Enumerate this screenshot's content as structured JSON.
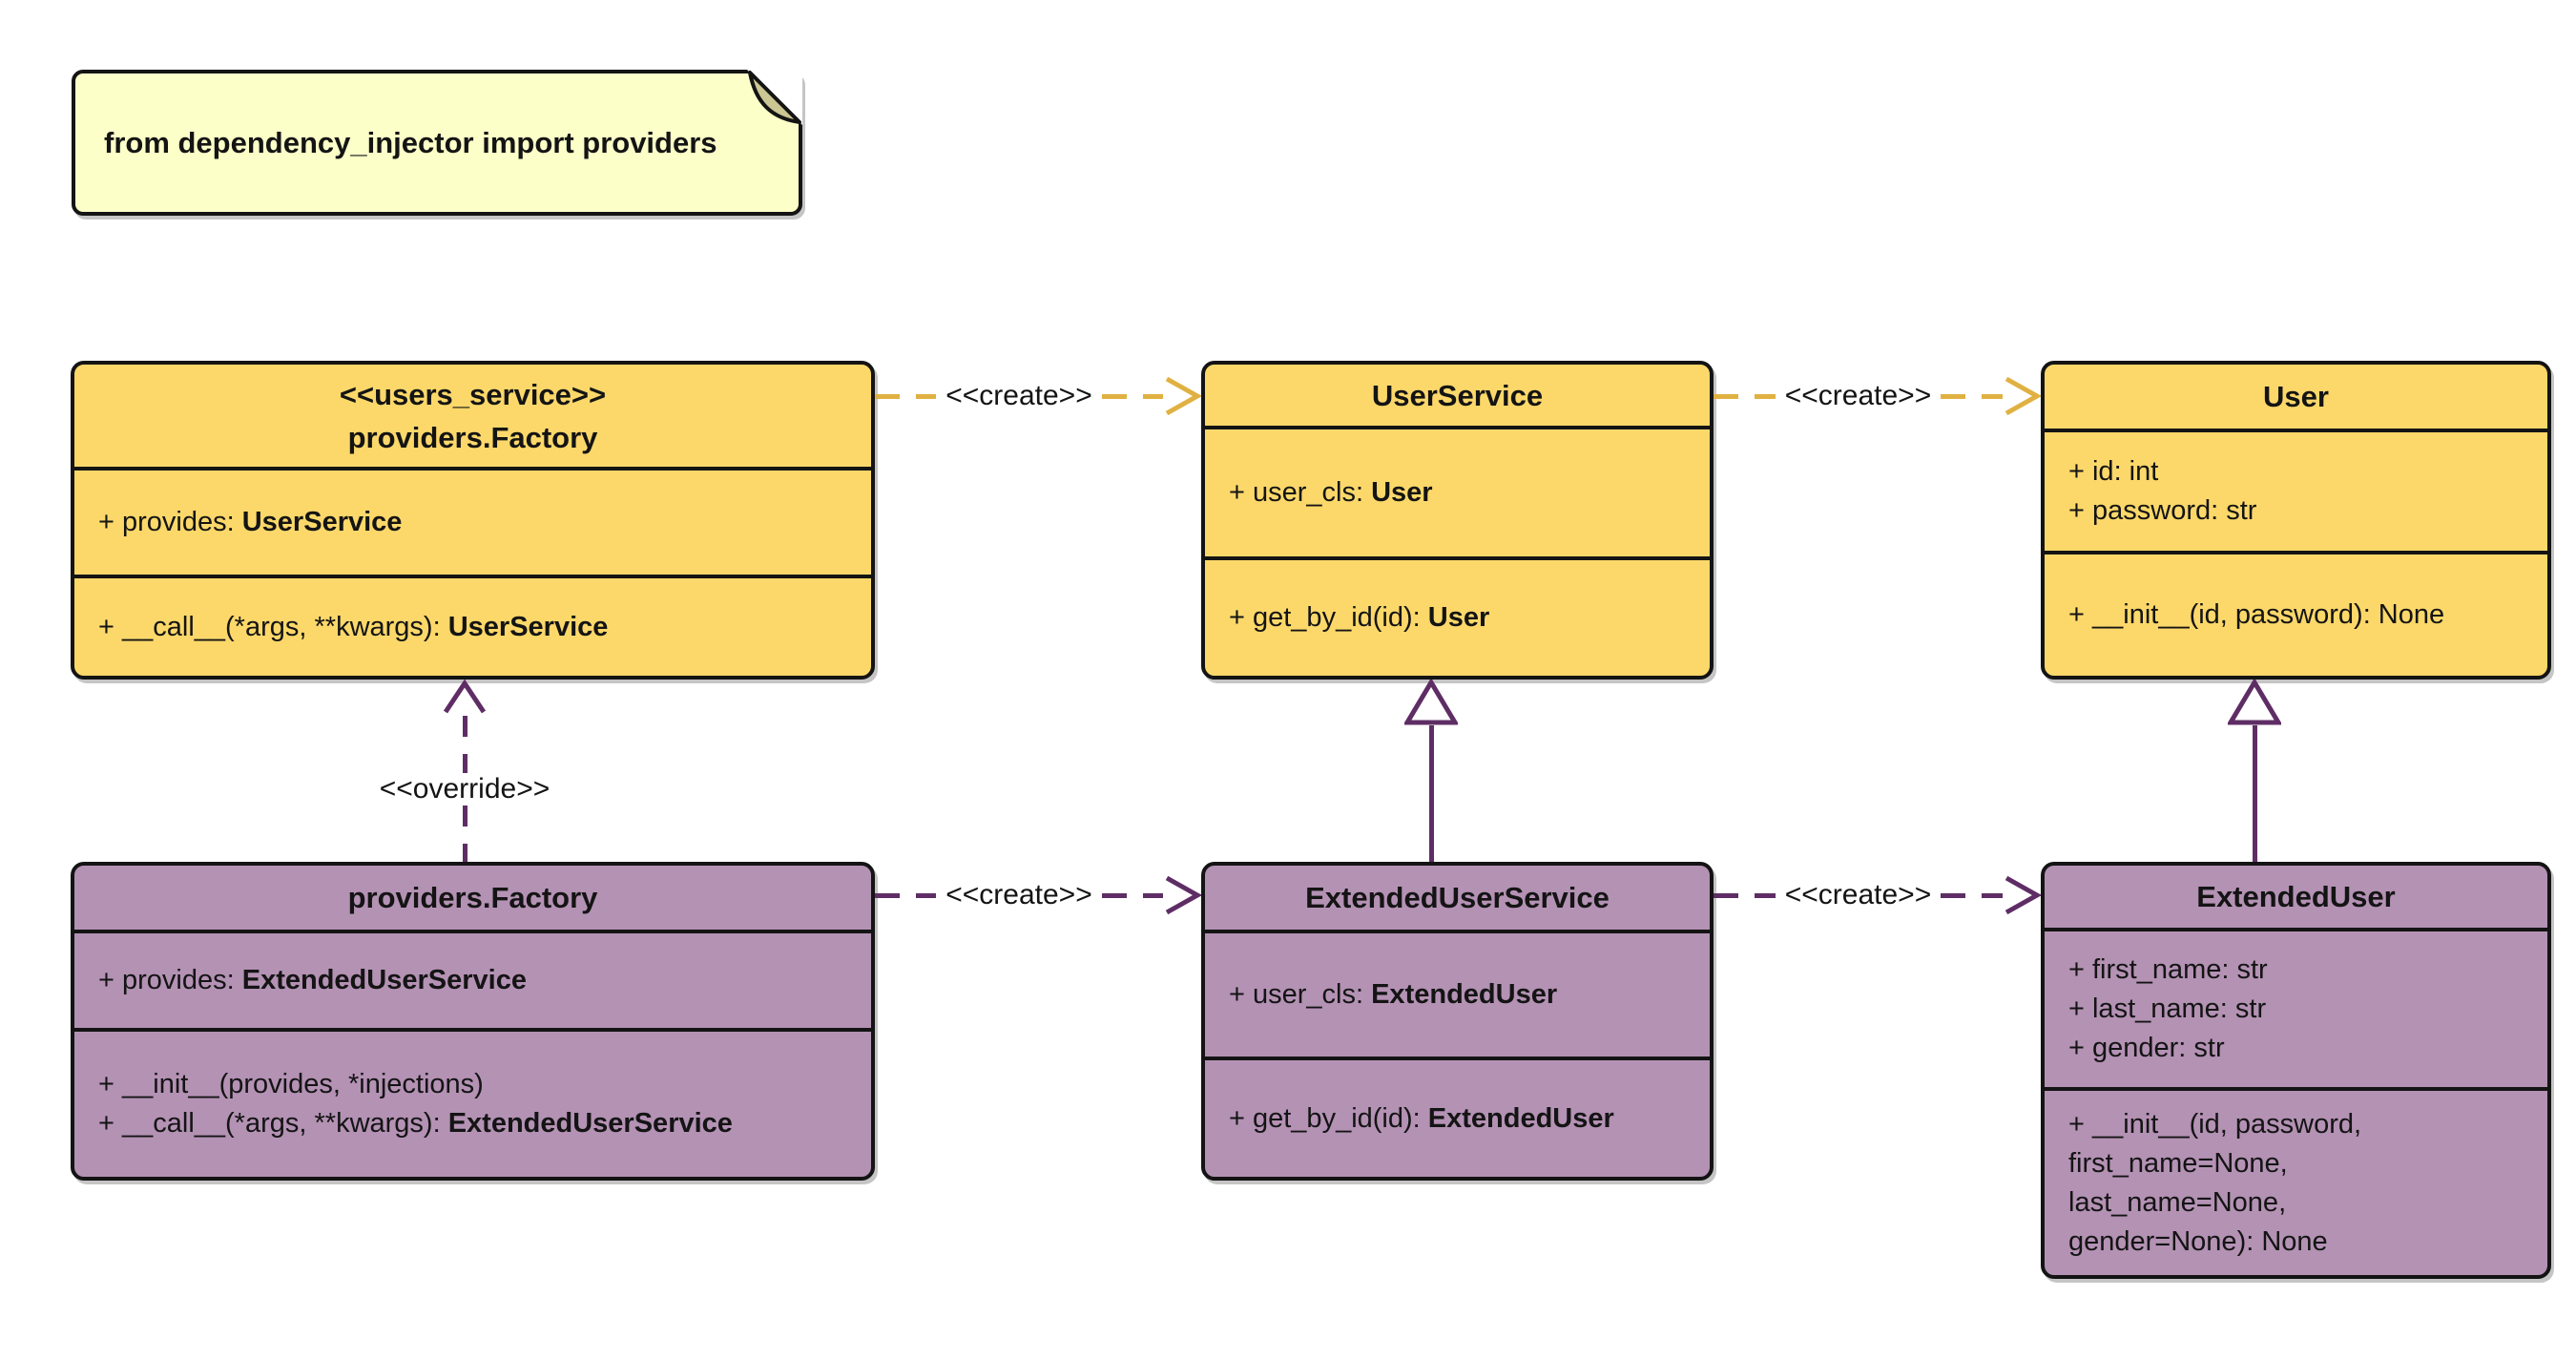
{
  "note": {
    "text": "from dependency_injector import providers"
  },
  "labels": {
    "create": "<<create>>",
    "override": "<<override>>"
  },
  "classes": [
    {
      "stereotype": "<<users_service>>",
      "name": "providers.Factory",
      "attributes": [
        [
          {
            "t": "+ provides: "
          },
          {
            "t": "UserService",
            "b": true
          }
        ]
      ],
      "operations": [
        [
          {
            "t": "+ __call__(*args, **kwargs): "
          },
          {
            "t": "UserService",
            "b": true
          }
        ]
      ]
    },
    {
      "name": "UserService",
      "attributes": [
        [
          {
            "t": "+ user_cls: "
          },
          {
            "t": "User",
            "b": true
          }
        ]
      ],
      "operations": [
        [
          {
            "t": "+ get_by_id(id): "
          },
          {
            "t": "User",
            "b": true
          }
        ]
      ]
    },
    {
      "name": "User",
      "attributes": [
        [
          {
            "t": "+ id: int"
          }
        ],
        [
          {
            "t": "+ password: str"
          }
        ]
      ],
      "operations": [
        [
          {
            "t": "+ __init__(id, password): None"
          }
        ]
      ]
    },
    {
      "name": "providers.Factory",
      "attributes": [
        [
          {
            "t": "+ provides: "
          },
          {
            "t": "ExtendedUserService",
            "b": true
          }
        ]
      ],
      "operations": [
        [
          {
            "t": "+ __init__(provides, *injections)"
          }
        ],
        [
          {
            "t": "+ __call__(*args, **kwargs): "
          },
          {
            "t": "ExtendedUserService",
            "b": true
          }
        ]
      ]
    },
    {
      "name": "ExtendedUserService",
      "attributes": [
        [
          {
            "t": "+ user_cls: "
          },
          {
            "t": "ExtendedUser",
            "b": true
          }
        ]
      ],
      "operations": [
        [
          {
            "t": "+ get_by_id(id): "
          },
          {
            "t": "ExtendedUser",
            "b": true
          }
        ]
      ]
    },
    {
      "name": "ExtendedUser",
      "attributes": [
        [
          {
            "t": "+ first_name: str"
          }
        ],
        [
          {
            "t": "+ last_name: str"
          }
        ],
        [
          {
            "t": "+ gender: str"
          }
        ]
      ],
      "operations": [
        [
          {
            "t": "+ __init__(id, password,"
          }
        ],
        [
          {
            "t": "first_name=None,"
          }
        ],
        [
          {
            "t": "last_name=None,"
          }
        ],
        [
          {
            "t": "gender=None): None"
          }
        ]
      ]
    }
  ],
  "colors": {
    "class-yellow": "#FCD86A",
    "class-purple": "#B492B4",
    "note-yellow": "#FCFFC8",
    "note-fold": "#CCC693",
    "gold-line": "#E0B142",
    "purple-line": "#5F2D65"
  }
}
